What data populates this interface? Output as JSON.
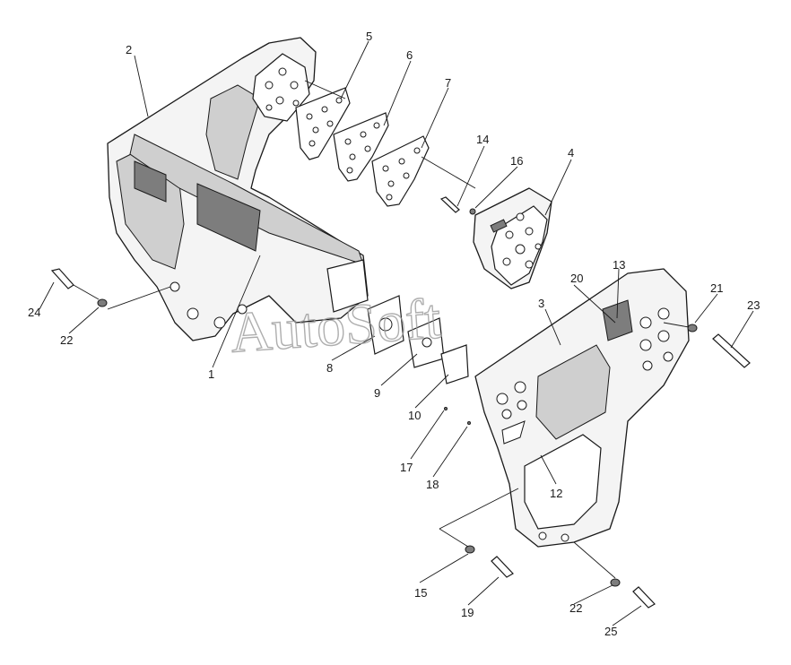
{
  "watermark": "AutoSoft",
  "callouts": [
    {
      "id": "c1",
      "text": "1"
    },
    {
      "id": "c2",
      "text": "2"
    },
    {
      "id": "c3",
      "text": "3"
    },
    {
      "id": "c4",
      "text": "4"
    },
    {
      "id": "c5",
      "text": "5"
    },
    {
      "id": "c6",
      "text": "6"
    },
    {
      "id": "c7",
      "text": "7"
    },
    {
      "id": "c8",
      "text": "8"
    },
    {
      "id": "c9",
      "text": "9"
    },
    {
      "id": "c10",
      "text": "10"
    },
    {
      "id": "c12",
      "text": "12"
    },
    {
      "id": "c13",
      "text": "13"
    },
    {
      "id": "c14",
      "text": "14"
    },
    {
      "id": "c15",
      "text": "15"
    },
    {
      "id": "c16",
      "text": "16"
    },
    {
      "id": "c17",
      "text": "17"
    },
    {
      "id": "c18",
      "text": "18"
    },
    {
      "id": "c19",
      "text": "19"
    },
    {
      "id": "c20",
      "text": "20"
    },
    {
      "id": "c21",
      "text": "21"
    },
    {
      "id": "c22a",
      "text": "22"
    },
    {
      "id": "c22b",
      "text": "22"
    },
    {
      "id": "c23",
      "text": "23"
    },
    {
      "id": "c24",
      "text": "24"
    },
    {
      "id": "c25",
      "text": "25"
    }
  ]
}
